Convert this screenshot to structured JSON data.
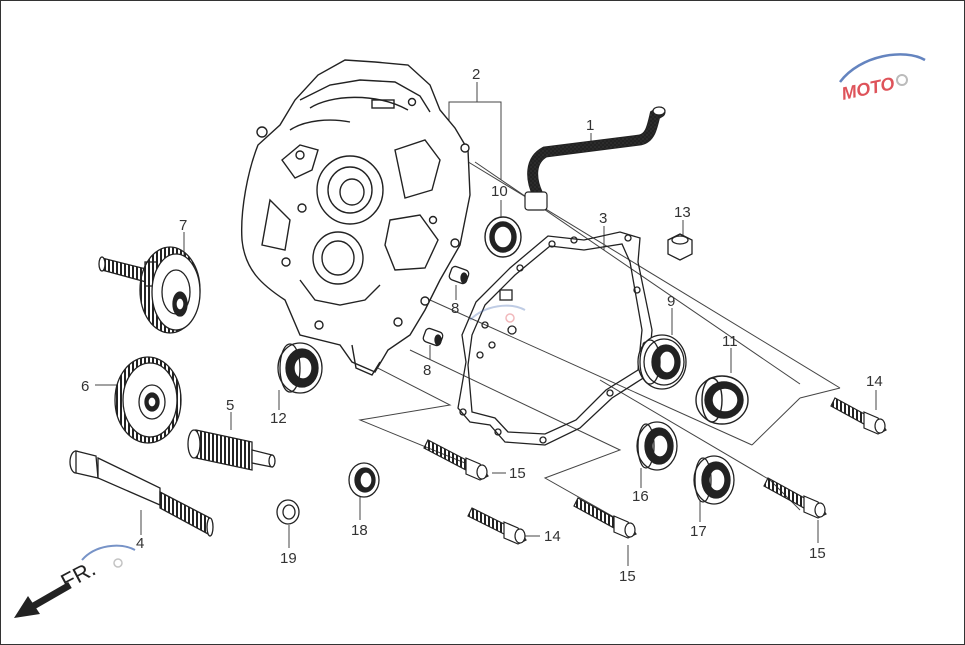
{
  "diagram": {
    "callouts": [
      {
        "id": "c1",
        "label": "1"
      },
      {
        "id": "c2",
        "label": "2"
      },
      {
        "id": "c3",
        "label": "3"
      },
      {
        "id": "c4",
        "label": "4"
      },
      {
        "id": "c5",
        "label": "5"
      },
      {
        "id": "c6",
        "label": "6"
      },
      {
        "id": "c7",
        "label": "7"
      },
      {
        "id": "c8a",
        "label": "8"
      },
      {
        "id": "c8b",
        "label": "8"
      },
      {
        "id": "c9",
        "label": "9"
      },
      {
        "id": "c10",
        "label": "10"
      },
      {
        "id": "c11",
        "label": "11"
      },
      {
        "id": "c12",
        "label": "12"
      },
      {
        "id": "c13",
        "label": "13"
      },
      {
        "id": "c14a",
        "label": "14"
      },
      {
        "id": "c14b",
        "label": "14"
      },
      {
        "id": "c15a",
        "label": "15"
      },
      {
        "id": "c15b",
        "label": "15"
      },
      {
        "id": "c15c",
        "label": "15"
      },
      {
        "id": "c16",
        "label": "16"
      },
      {
        "id": "c17",
        "label": "17"
      },
      {
        "id": "c18",
        "label": "18"
      },
      {
        "id": "c19",
        "label": "19"
      }
    ],
    "direction_label": "FR.",
    "direction_icon": "arrow-down-left-icon"
  },
  "watermark": {
    "brand_letters": "MOTO",
    "colors": {
      "red": "#d9363e",
      "blue": "#4a6fb5",
      "gray": "#b0b0b0"
    }
  },
  "colors": {
    "line": "#222222",
    "leader": "#444444",
    "background": "#ffffff",
    "border": "#333333"
  }
}
